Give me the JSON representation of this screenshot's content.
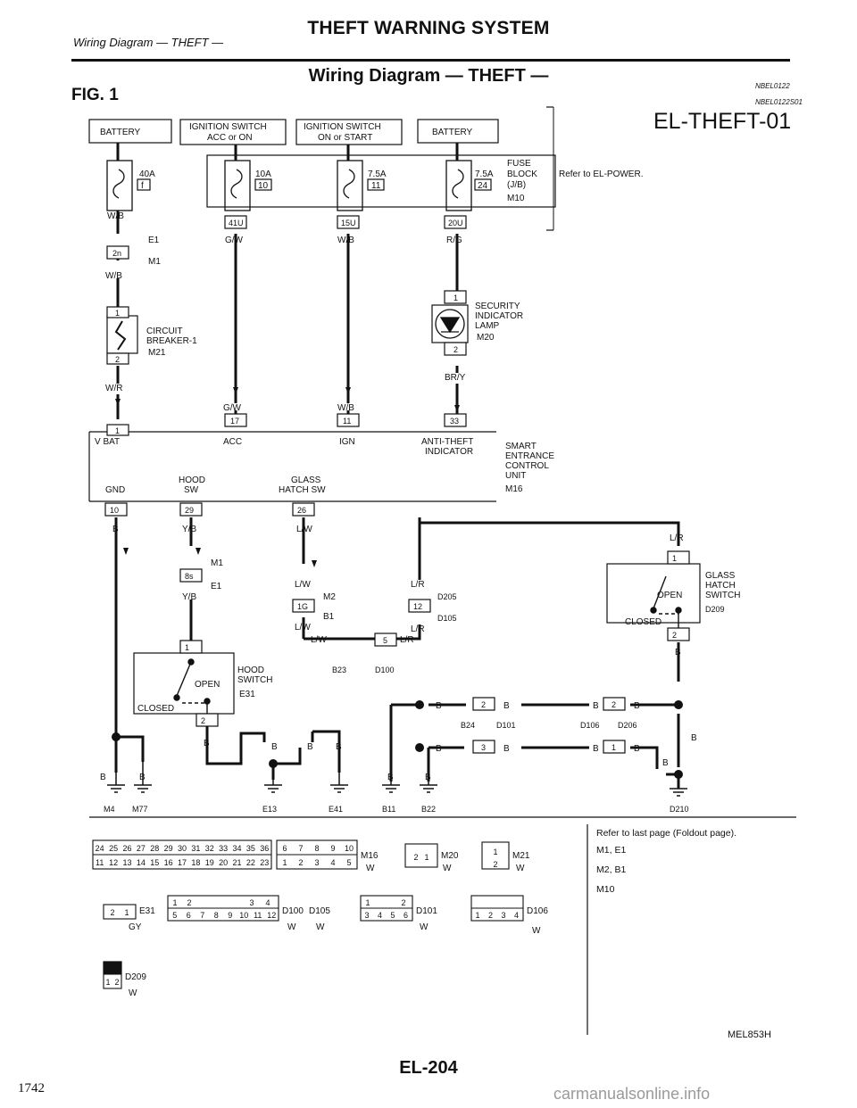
{
  "header": {
    "title": "THEFT WARNING SYSTEM",
    "breadcrumb": "Wiring Diagram — THEFT —",
    "section_title": "Wiring Diagram — THEFT —",
    "fig_label": "FIG. 1",
    "code_top": "NBEL0122",
    "code_sub": "NBEL0122S01",
    "diagram_id": "EL-THEFT-01"
  },
  "boxes": {
    "battery_left": "BATTERY",
    "ign_acc_line1": "IGNITION SWITCH",
    "ign_acc_line2": "ACC or ON",
    "ign_start_line1": "IGNITION SWITCH",
    "ign_start_line2": "ON or START",
    "battery_right": "BATTERY"
  },
  "fuses": {
    "f40": "40A",
    "f40_pos": "f",
    "f10": "10A",
    "f10_pos": "10",
    "f75a": "7.5A",
    "f75a_pos": "11",
    "f75b": "7.5A",
    "f75b_pos": "24",
    "block_l1": "FUSE",
    "block_l2": "BLOCK",
    "block_l3": "(J/B)",
    "block_conn": "M10",
    "refer_power": "Refer to EL-POWER."
  },
  "terminals": {
    "t41u": "41U",
    "t15u": "15U",
    "t20u": "20U",
    "t2n": "2n",
    "t1": "1",
    "t2": "2",
    "t17": "17",
    "t11": "11",
    "t33": "33",
    "t10": "10",
    "t29": "29",
    "t26": "26",
    "t8s": "8s",
    "t1g": "1G",
    "t5": "5",
    "t12": "12",
    "t3": "3"
  },
  "wires": {
    "wb": "W/B",
    "gw": "G/W",
    "rg": "R/G",
    "wr": "W/R",
    "bry": "BR/Y",
    "b": "B",
    "yb": "Y/B",
    "lw": "L/W",
    "lr": "L/R"
  },
  "components": {
    "circuit_breaker_l1": "CIRCUIT",
    "circuit_breaker_l2": "BREAKER-1",
    "circuit_breaker_conn": "M21",
    "sec_lamp_l1": "SECURITY",
    "sec_lamp_l2": "INDICATOR",
    "sec_lamp_l3": "LAMP",
    "sec_lamp_conn": "M20",
    "unit_vbat": "V BAT",
    "unit_acc": "ACC",
    "unit_ign": "IGN",
    "unit_anti_l1": "ANTI-THEFT",
    "unit_anti_l2": "INDICATOR",
    "unit_gnd": "GND",
    "unit_hood_l1": "HOOD",
    "unit_hood_l2": "SW",
    "unit_glass_l1": "GLASS",
    "unit_glass_l2": "HATCH SW",
    "secu_l1": "SMART",
    "secu_l2": "ENTRANCE",
    "secu_l3": "CONTROL",
    "secu_l4": "UNIT",
    "secu_conn": "M16",
    "hood_sw_l1": "HOOD",
    "hood_sw_l2": "SWITCH",
    "hood_sw_conn": "E31",
    "glass_sw_l1": "GLASS",
    "glass_sw_l2": "HATCH",
    "glass_sw_l3": "SWITCH",
    "glass_sw_conn": "D209",
    "open": "OPEN",
    "closed": "CLOSED"
  },
  "connectors": {
    "e1": "E1",
    "m1": "M1",
    "m2": "M2",
    "b1": "B1",
    "d205": "D205",
    "d105": "D105",
    "b23": "B23",
    "d100": "D100",
    "b24": "B24",
    "d101": "D101",
    "d106": "D106",
    "d206": "D206"
  },
  "grounds": {
    "g1": "M4",
    "g2": "M77",
    "g3": "E13",
    "g4": "E41",
    "g5": "B11",
    "g6": "B22",
    "g7": "D210"
  },
  "connector_views": {
    "m16_row1": [
      "24",
      "25",
      "26",
      "27",
      "28",
      "29",
      "30",
      "31",
      "32",
      "33",
      "34",
      "35",
      "36"
    ],
    "m16_row2": [
      "11",
      "12",
      "13",
      "14",
      "15",
      "16",
      "17",
      "18",
      "19",
      "20",
      "21",
      "22",
      "23"
    ],
    "m16_small_row1": [
      "6",
      "7",
      "8",
      "9",
      "10"
    ],
    "m16_small_row2": [
      "1",
      "2",
      "3",
      "4",
      "5"
    ],
    "m16_label": "M16",
    "m16_color": "W",
    "m20_label": "M20",
    "m20_color": "W",
    "m21_label": "M21",
    "m21_color": "W",
    "e31_label": "E31",
    "e31_color": "GY",
    "d100_row1": [
      "1",
      "2",
      "3",
      "4"
    ],
    "d100_row2": [
      "5",
      "6",
      "7",
      "8",
      "9",
      "10",
      "11",
      "12"
    ],
    "d100_label": "D100",
    "d105_label": "D105",
    "d100_color": "W",
    "d105_color": "W",
    "d101_label": "D101",
    "d101_color": "W",
    "d106_label": "D106",
    "d106_color": "W",
    "d209_label": "D209",
    "d209_color": "W"
  },
  "notes": {
    "foldout": "Refer to last page (Foldout page).",
    "foldout_conns": [
      "M1",
      "E1",
      "M2",
      "B1",
      "M10"
    ],
    "mel": "MEL853H"
  },
  "footer": {
    "page": "EL-204",
    "left_number": "1742",
    "watermark": "carmanualsonline.info"
  }
}
